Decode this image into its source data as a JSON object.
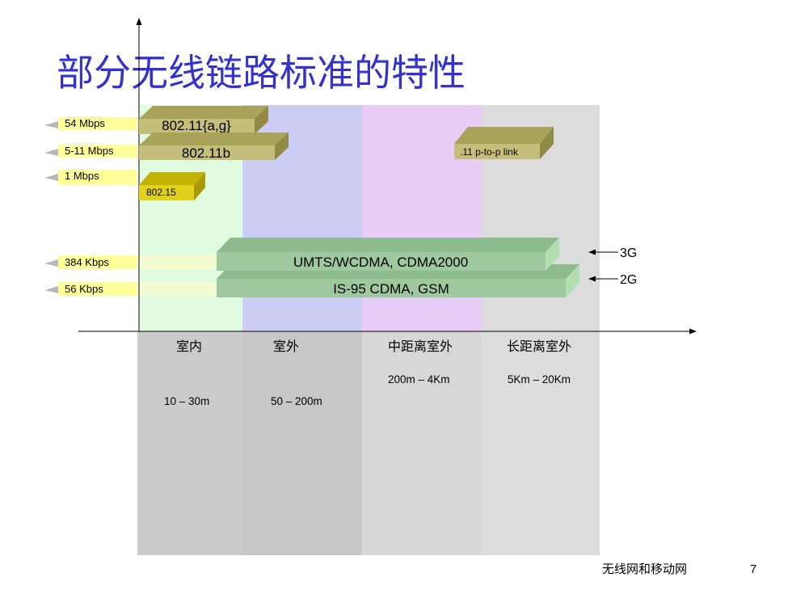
{
  "title": "部分无线链路标准的特性",
  "rate_labels": {
    "r54m": "54 Mbps",
    "r11m": "5-11 Mbps",
    "r1m": "1 Mbps",
    "r384k": "384 Kbps",
    "r56k": "56 Kbps"
  },
  "standards": {
    "wifi_ag": "802.11{a,g}",
    "wifi_b": "802.11b",
    "wpan": "802.15",
    "p2p": ".11 p-to-p link",
    "g3": "UMTS/WCDMA, CDMA2000",
    "g2": "IS-95 CDMA, GSM"
  },
  "generation_markers": {
    "g3": "3G",
    "g2": "2G"
  },
  "environments": [
    {
      "label": "室内",
      "range": "10 – 30m"
    },
    {
      "label": "室外",
      "range": "50 – 200m"
    },
    {
      "label": "中距离室外",
      "range": "200m – 4Km"
    },
    {
      "label": "长距离室外",
      "range": "5Km – 20Km"
    }
  ],
  "footer": {
    "course": "无线网和移动网",
    "page": "7"
  },
  "colors": {
    "title": "#3333cc",
    "rate_label": "#ffff99",
    "wifi_bar": "#c5be7a",
    "wpan_bar": "#e2d11c",
    "cellular_bar": "#9ec99e",
    "indoor": "#e0fbe0",
    "outdoor": "#cccdf4",
    "mid_range": "#e8cdf7",
    "long_range": "#dcdcdc"
  }
}
